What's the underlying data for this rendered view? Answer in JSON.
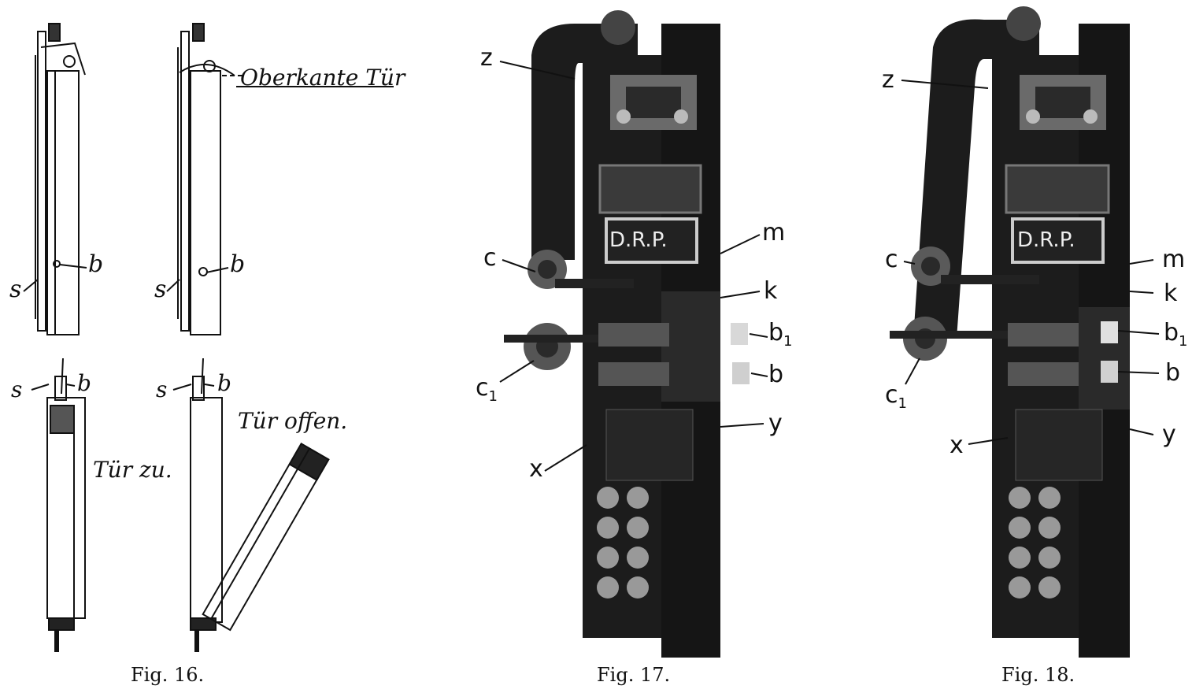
{
  "fig16": {
    "caption": "Fig. 16.",
    "label_oberkante": "Oberkante Tür",
    "label_tuer_zu": "Tür zu.",
    "label_tuer_offen": "Tür offen.",
    "label_s": "s",
    "label_b": "b"
  },
  "fig17": {
    "caption": "Fig. 17.",
    "nameplate": "D.R.P.",
    "labels": {
      "z": "z",
      "c": "c",
      "c1": "c",
      "c1_sub": "1",
      "m": "m",
      "k": "k",
      "b1": "b",
      "b1_sub": "1",
      "b": "b",
      "x": "x",
      "y": "y"
    }
  },
  "fig18": {
    "caption": "Fig. 18.",
    "nameplate": "D.R.P.",
    "labels": {
      "z": "z",
      "c": "c",
      "c1": "c",
      "c1_sub": "1",
      "m": "m",
      "k": "k",
      "b1": "b",
      "b1_sub": "1",
      "b": "b",
      "x": "x",
      "y": "y"
    }
  },
  "colors": {
    "ink": "#111111",
    "device_dark": "#1c1c1c",
    "device_mid": "#3a3a3a",
    "plate": "#d8d8d8"
  }
}
